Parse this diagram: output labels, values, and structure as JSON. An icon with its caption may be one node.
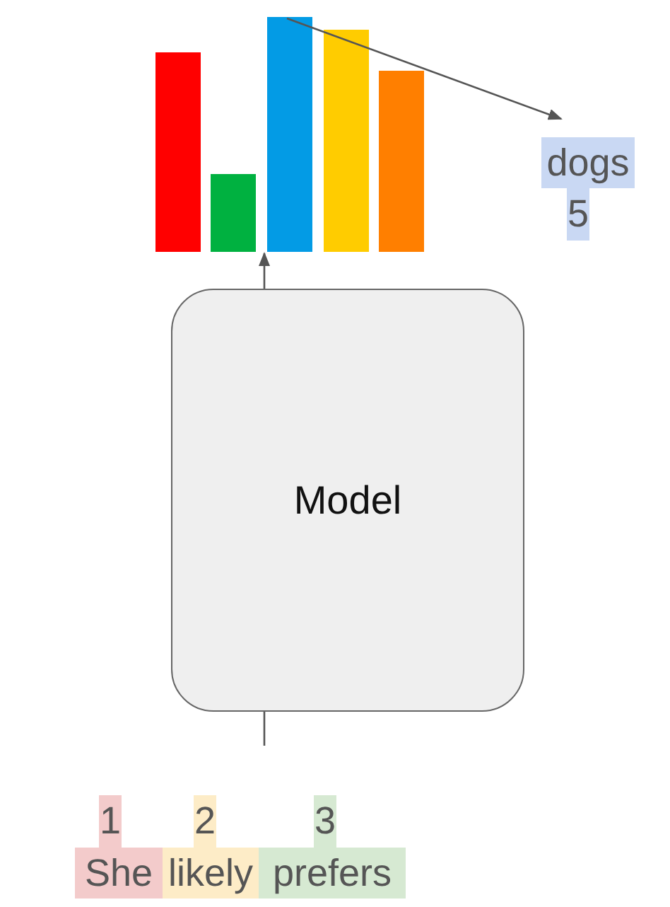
{
  "diagram": {
    "nodes": [
      {
        "text": [],
        "shape": "bar"
      },
      {
        "text": [
          "dogs",
          "5"
        ]
      },
      {
        "text": [
          "Model"
        ]
      },
      {
        "text": [
          "1",
          "She"
        ]
      },
      {
        "text": [
          "2",
          "likely"
        ]
      },
      {
        "text": [
          "3",
          "prefers"
        ]
      }
    ],
    "edges": [
      {
        "from": null,
        "to": 0,
        "arrow": "to"
      },
      {
        "from": 0,
        "to": 1,
        "arrow": "to"
      }
    ]
  }
}
